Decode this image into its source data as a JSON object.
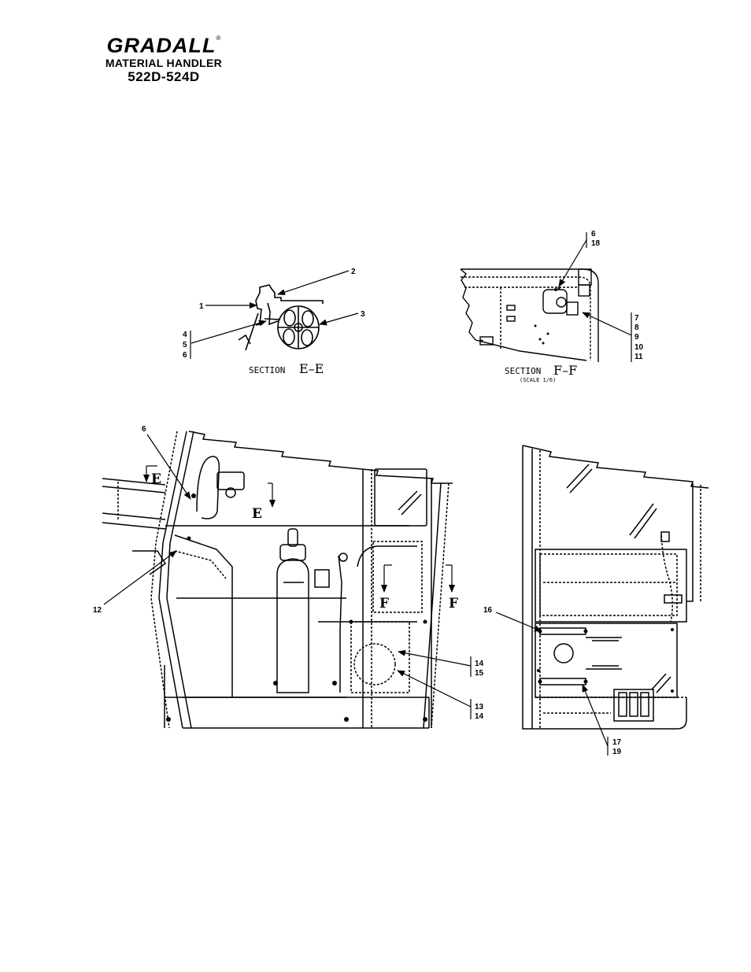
{
  "header": {
    "brand": "GRADALL",
    "registered_mark": "®",
    "subtitle": "MATERIAL HANDLER",
    "model": "522D-524D"
  },
  "section_ee": {
    "title_prefix": "SECTION",
    "title_letters": "E–E",
    "callouts": {
      "c1": "1",
      "c2": "2",
      "c3": "3",
      "c4": "4",
      "c5": "5",
      "c6": "6"
    }
  },
  "section_ff": {
    "title_prefix": "SECTION",
    "title_letters": "F–F",
    "scale": "(SCALE 1/6)",
    "callouts": {
      "c6": "6",
      "c18": "18",
      "c7": "7",
      "c8": "8",
      "c9": "9",
      "c10": "10",
      "c11": "11"
    }
  },
  "left_view": {
    "callouts": {
      "c6": "6",
      "c12": "12",
      "c14a": "14",
      "c15": "15",
      "c13": "13",
      "c14b": "14"
    },
    "section_marks": {
      "e1": "E",
      "e2": "E",
      "f1": "F",
      "f2": "F"
    }
  },
  "right_view": {
    "callouts": {
      "c16": "16",
      "c17": "17",
      "c19": "19"
    }
  }
}
